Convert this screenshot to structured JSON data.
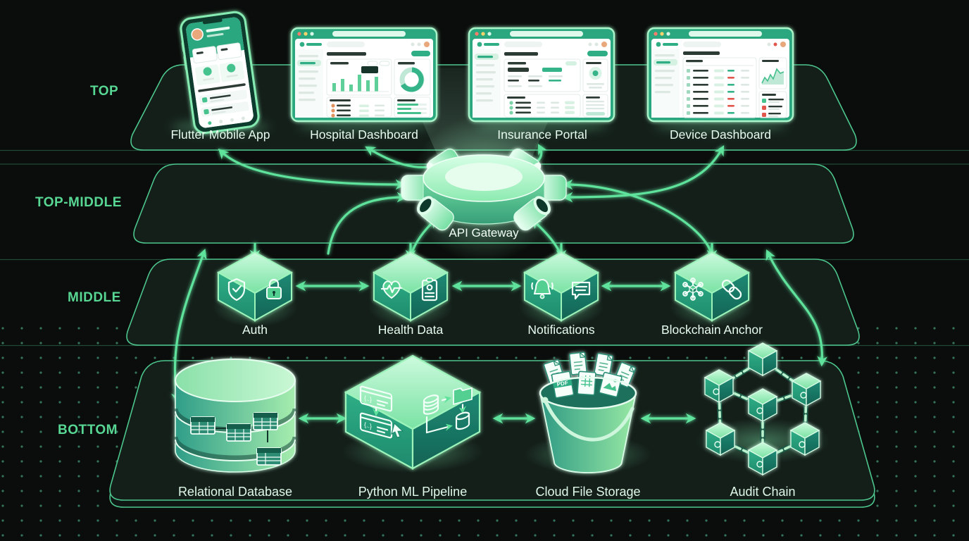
{
  "diagram": {
    "title_context": "layered healthcare platform architecture",
    "layers": {
      "top": "TOP",
      "top_middle": "TOP-MIDDLE",
      "middle": "MIDDLE",
      "bottom": "BOTTOM"
    },
    "nodes": {
      "mobile": "Flutter Mobile App",
      "hospital": "Hospital Dashboard",
      "insurance": "Insurance Portal",
      "device": "Device Dashboard",
      "gateway": "API Gateway",
      "auth": "Auth",
      "health": "Health Data",
      "notifications": "Notifications",
      "blockchain": "Blockchain Anchor",
      "database": "Relational Database",
      "pipeline": "Python ML Pipeline",
      "storage": "Cloud File Storage",
      "audit": "Audit Chain"
    },
    "storage_file_label": "PDF",
    "colors": {
      "background": "#0a0d0b",
      "accent_green": "#5fe29b",
      "glow_green": "#9ff0b9",
      "plane_fill": "#141f1a",
      "plane_stroke": "#4cc68d",
      "layer_label": "#58d794",
      "node_label": "#e7fcef",
      "cube_left": "#2aa17e",
      "cube_right": "#19796a",
      "cube_top": "#a9f2c2",
      "mockup_chrome": "#2aa77e",
      "dot_grid": "#35745a"
    }
  }
}
